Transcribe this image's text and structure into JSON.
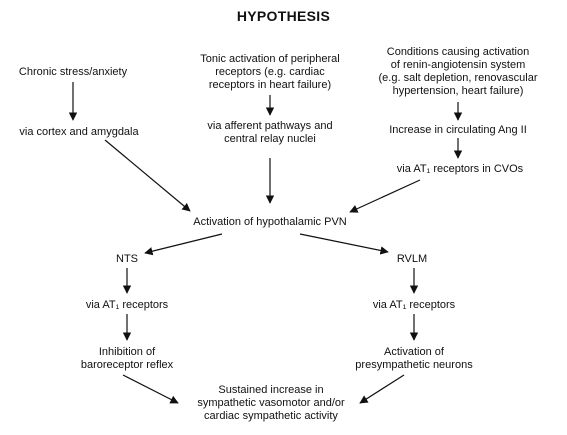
{
  "title": "HYPOTHESIS",
  "nodes": {
    "chronic_stress": [
      "Chronic stress/anxiety"
    ],
    "tonic_activation": [
      "Tonic activation of peripheral",
      "receptors (e.g. cardiac",
      "receptors in heart failure)"
    ],
    "conditions_ras": [
      "Conditions causing activation",
      "of renin-angiotensin system",
      "(e.g. salt depletion, renovascular",
      "hypertension, heart failure)"
    ],
    "via_cortex": [
      "via cortex and amygdala"
    ],
    "via_afferent": [
      "via afferent pathways and",
      "central relay nuclei"
    ],
    "increase_ang": [
      "Increase in circulating Ang II"
    ],
    "via_at1_cvos": [
      "via AT₁ receptors in CVOs"
    ],
    "activation_pvn": [
      "Activation of hypothalamic PVN"
    ],
    "nts": [
      "NTS"
    ],
    "rvlm": [
      "RVLM"
    ],
    "via_at1_left": [
      "via AT₁ receptors"
    ],
    "via_at1_right": [
      "via AT₁ receptors"
    ],
    "inhibition_baroreflex": [
      "Inhibition of",
      "baroreceptor reflex"
    ],
    "activation_presympathetic": [
      "Activation of",
      "presympathetic neurons"
    ],
    "sustained_increase": [
      "Sustained increase in",
      "sympathetic vasomotor and/or",
      "cardiac sympathetic activity"
    ]
  }
}
